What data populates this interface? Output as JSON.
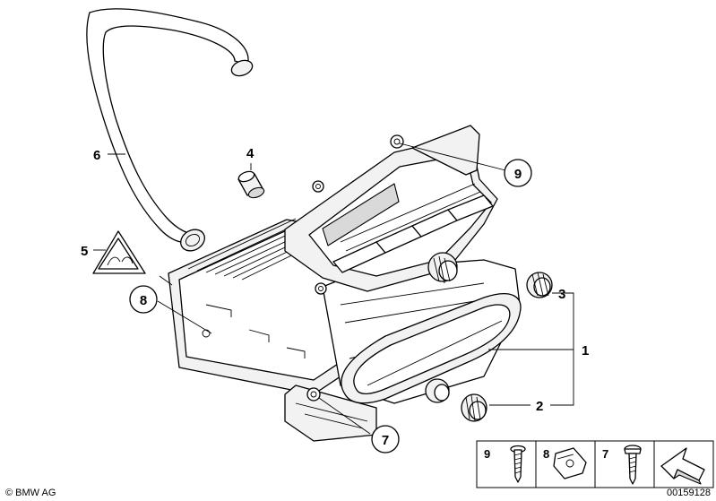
{
  "diagram": {
    "callouts": {
      "c1": "1",
      "c2": "2",
      "c3": "3",
      "c4": "4",
      "c5": "5",
      "c6": "6",
      "c7": "7",
      "c8": "8",
      "c9": "9"
    },
    "legend": {
      "item_9": "9",
      "item_8": "8",
      "item_7": "7"
    },
    "copyright": "© BMW AG",
    "drawing_number": "00159128"
  }
}
